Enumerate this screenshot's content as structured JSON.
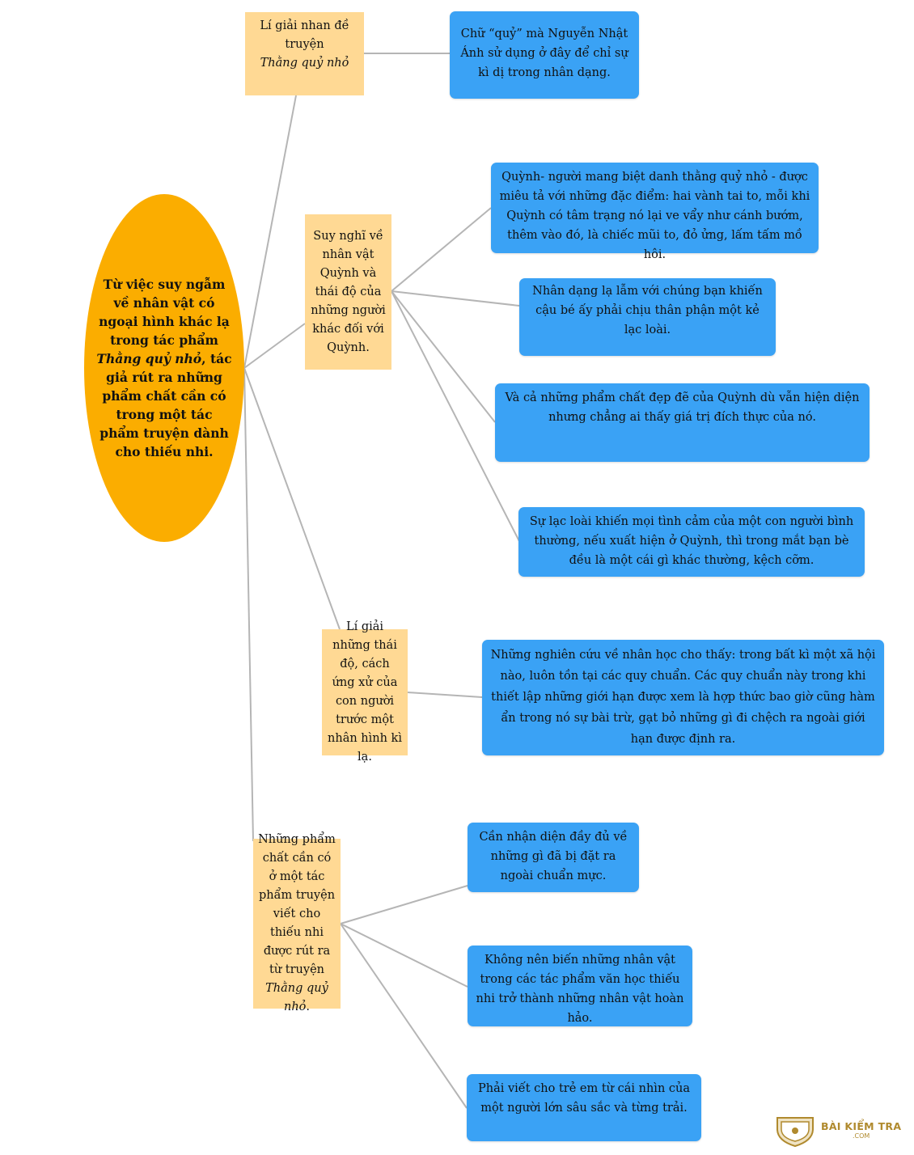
{
  "root": {
    "text_before": "Từ việc suy ngẫm về nhân vật có ngoại hình khác lạ trong tác phẩm ",
    "text_italic": "Thằng quỷ nhỏ",
    "text_after": ", tác giả rút ra những phẩm chất cần có trong một tác phẩm truyện dành cho thiếu nhi."
  },
  "topics": {
    "t1": {
      "text": "Lí giải nhan đề truyện",
      "italic": "Thằng quỷ nhỏ"
    },
    "t2": {
      "text": "Suy nghĩ về nhân vật Quỳnh và thái độ của những người khác đối với Quỳnh."
    },
    "t3": {
      "text": "Lí giải những thái độ, cách ứng xử của con người trước một nhân hình kì lạ."
    },
    "t4": {
      "text": "Những phẩm chất cần có ở một tác phẩm truyện viết cho thiếu nhi được rút ra từ truyện",
      "italic": "Thằng quỷ nhỏ",
      "tail": "."
    }
  },
  "leaves": {
    "l1": "Chữ “quỷ” mà Nguyễn Nhật Ánh sử dụng ở đây để chỉ sự kì dị trong nhân dạng.",
    "l2": "Quỳnh- người mang biệt danh thằng quỷ nhỏ - được miêu tả với những đặc điểm: hai vành tai to, mỗi khi Quỳnh có tâm trạng nó lại ve vẩy như cánh bướm, thêm vào đó, là chiếc mũi to, đỏ ửng, lấm tấm mồ hôi.",
    "l3": "Nhân dạng lạ lẫm với chúng bạn khiến cậu bé ấy phải chịu thân phận một kẻ lạc loài.",
    "l4": "Và cả những phẩm chất đẹp đẽ của Quỳnh dù vẫn hiện diện nhưng chẳng ai thấy giá trị đích thực của nó.",
    "l5": "Sự lạc loài khiến mọi tình cảm của một con người bình thường, nếu xuất hiện ở Quỳnh, thì trong mắt bạn bè đều là một cái gì khác thường, kệch cỡm.",
    "l6": "Những nghiên cứu về nhân học cho thấy: trong bất kì một xã hội nào, luôn tồn tại các quy chuẩn. Các quy chuẩn này trong khi thiết lập những giới hạn được xem là hợp thức bao giờ cũng hàm ẩn trong nó sự bài trừ, gạt bỏ những gì đi chệch ra ngoài giới hạn được định ra.",
    "l7": "Cần nhận diện đầy đủ về những gì đã bị đặt ra ngoài chuẩn mực.",
    "l8": "Không nên biến những nhân vật trong các tác phẩm văn học thiếu nhi trở thành những nhân vật hoàn hảo.",
    "l9": "Phải viết cho trẻ em từ cái nhìn của một người lớn sâu sắc và từng trải."
  },
  "watermark": {
    "name": "BÀI KIỂM TRA",
    "domain": ".COM"
  },
  "colors": {
    "root": "#fbad00",
    "topic": "#ffd994",
    "leaf": "#3aa2f5",
    "connector": "#b5b5b5"
  }
}
